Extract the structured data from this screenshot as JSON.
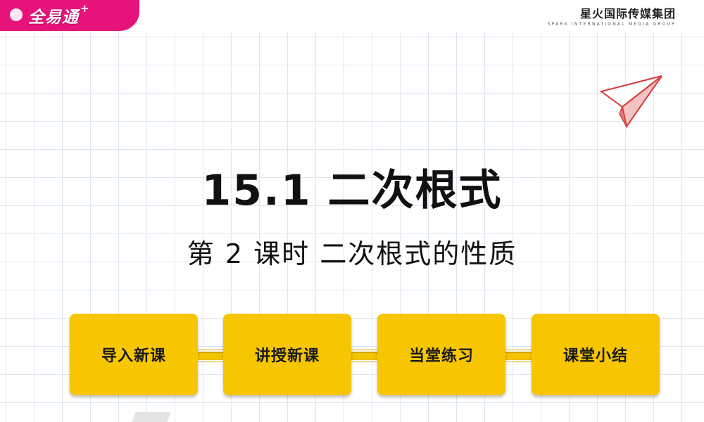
{
  "brand": {
    "name": "全易通",
    "plus": "+",
    "color": "#e6147a"
  },
  "publisher": {
    "name_cn": "星火国际传媒集团",
    "name_en": "SPARK INTERNATIONAL MEDIA GROUP"
  },
  "decoration": {
    "icon": "paper-plane-icon",
    "color": "#e84a4a"
  },
  "lesson": {
    "title": "15.1  二次根式",
    "subtitle": "第 2 课时  二次根式的性质"
  },
  "nav": {
    "accent": "#f7c600",
    "items": [
      {
        "label": "导入新课"
      },
      {
        "label": "讲授新课"
      },
      {
        "label": "当堂练习"
      },
      {
        "label": "课堂小结"
      }
    ]
  }
}
